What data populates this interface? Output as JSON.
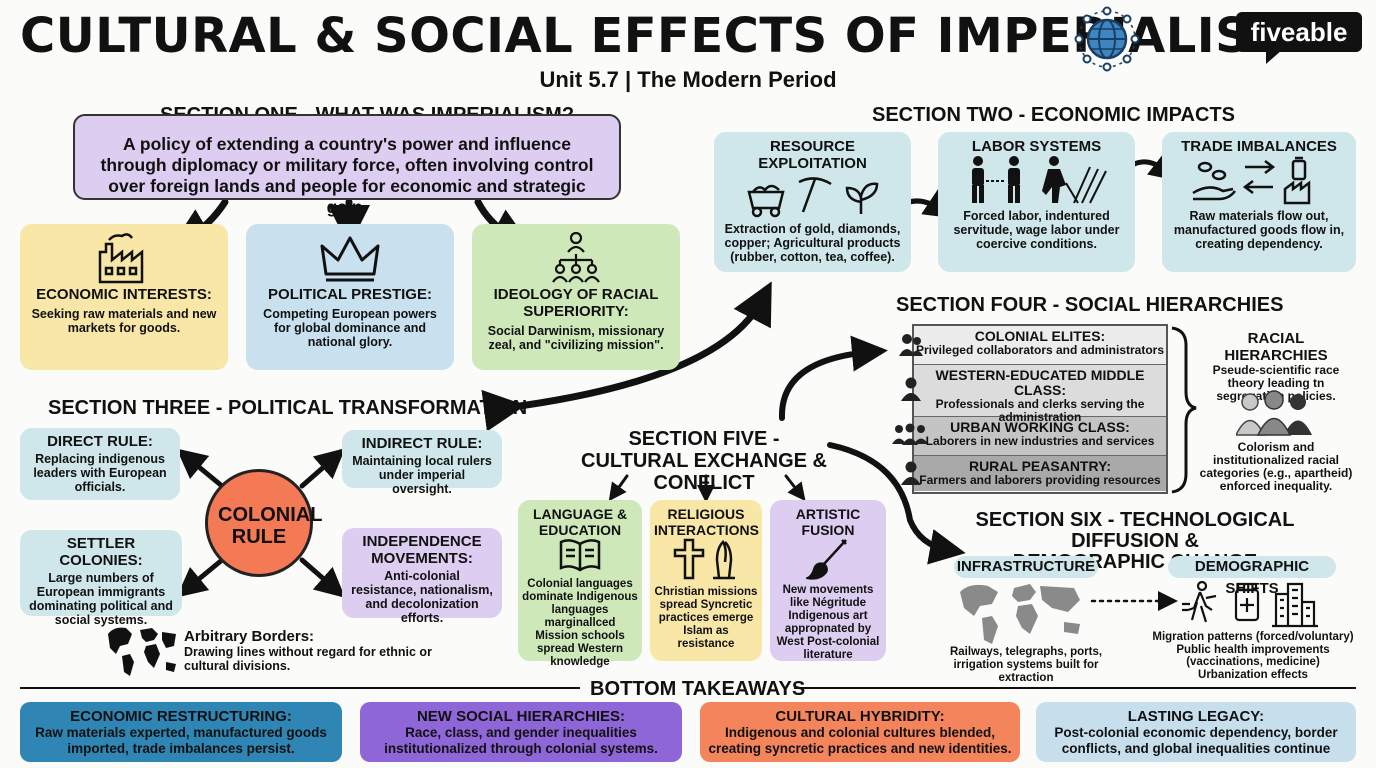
{
  "header": {
    "title": "CULTURAL & SOCIAL EFFECTS OF IMPERIALISM",
    "subtitle": "Unit 5.7 | The Modern Period",
    "logo": "fiveable"
  },
  "section_one": {
    "heading": "SECTION ONE - WHAT WAS IMPERIALISM?",
    "definition": "A policy of extending a country's power and influence through diplomacy or military force, often involving control over foreign lands and people for economic and strategic gain.",
    "cards": [
      {
        "title": "ECONOMIC INTERESTS:",
        "text": "Seeking raw materials and new markets for goods.",
        "icon": "factory-icon"
      },
      {
        "title": "POLITICAL PRESTIGE:",
        "text": "Competing European powers for global dominance and national glory.",
        "icon": "crown-icon"
      },
      {
        "title": "IDEOLOGY OF RACIAL SUPERIORITY:",
        "text": "Social Darwinism, missionary zeal, and \"civilizing mission\".",
        "icon": "hierarchy-icon"
      }
    ]
  },
  "section_two": {
    "heading": "SECTION TWO - ECONOMIC IMPACTS",
    "cards": [
      {
        "title": "RESOURCE EXPLOITATION",
        "text": "Extraction of gold, diamonds, copper; Agricultural products (rubber, cotton, tea, coffee).",
        "icon": "mining-icon"
      },
      {
        "title": "LABOR SYSTEMS",
        "text": "Forced labor, indentured servitude, wage labor under coercive conditions.",
        "icon": "workers-icon"
      },
      {
        "title": "TRADE IMBALANCES",
        "text": "Raw materials flow out, manufactured goods flow in, creating dependency.",
        "icon": "trade-icon"
      }
    ]
  },
  "section_three": {
    "heading": "SECTION THREE - POLITICAL TRANSFORMATION",
    "center": "COLONIAL RULE",
    "cards": [
      {
        "title": "DIRECT RULE:",
        "text": "Replacing indigenous leaders with European officials."
      },
      {
        "title": "INDIRECT RULE:",
        "text": "Maintaining local rulers under imperial oversight."
      },
      {
        "title": "SETTLER COLONIES:",
        "text": "Large numbers of European immigrants dominating political and social systems."
      },
      {
        "title": "INDEPENDENCE MOVEMENTS:",
        "text": "Anti-colonial resistance, nationalism, and decolonization efforts."
      }
    ],
    "borders_title": "Arbitrary Borders:",
    "borders_text": "Drawing lines without regard for ethnic or cultural divisions."
  },
  "section_four": {
    "heading": "SECTION FOUR - SOCIAL HIERARCHIES",
    "rows": [
      {
        "title": "COLONIAL ELITES:",
        "text": "Privileged collaborators and administrators",
        "color": "#ececec"
      },
      {
        "title": "WESTERN-EDUCATED MIDDLE CLASS:",
        "text": "Professionals and clerks serving the administration",
        "color": "#dcdcdc"
      },
      {
        "title": "URBAN WORKING CLASS:",
        "text": "Laborers in new industries and services",
        "color": "#c4c4c4"
      },
      {
        "title": "RURAL PEASANTRY:",
        "text": "Farmers and laborers providing resources",
        "color": "#a9a9a9"
      }
    ],
    "side_title": "RACIAL HIERARCHIES",
    "side_text1": "Pseude-scientific race theory leading tn segregation policies.",
    "side_text2": "Colorism and institutionalized racial categories (e.g., apartheid) enforced inequality."
  },
  "section_five": {
    "heading": "SECTION FIVE - CULTURAL EXCHANGE & CONFLICT",
    "cards": [
      {
        "title": "LANGUAGE & EDUCATION",
        "text": "Colonial languages dominate Indigenous languages marginallced Mission schools spread Western knowledge",
        "icon": "book-icon"
      },
      {
        "title": "RELIGIOUS INTERACTIONS",
        "text": "Christian missions spread Syncretic practices emerge Islam as resistance",
        "icon": "cross-prayer-icon"
      },
      {
        "title": "ARTISTIC FUSION",
        "text": "New movements like Négritude Indigenous art appropnated by West Post-colonial literature",
        "icon": "brush-icon"
      }
    ]
  },
  "section_six": {
    "heading_line1": "SECTION SIX - TECHNOLOGICAL DIFFUSION &",
    "heading_line2": "DEMOGRAPHIC CHANGE",
    "infra_title": "INFRASTRUCTURE",
    "infra_text": "Railways, telegraphs, ports, irrigation systems built for extraction",
    "demo_title": "DEMOGRAPHIC SHIFTS",
    "demo_text": "Migration patterns (forced/voluntary) Public health improvements (vaccinations, medicine) Urbanization effects"
  },
  "takeaways": {
    "heading": "BOTTOM TAKEAWAYS",
    "items": [
      {
        "title": "ECONOMIC RESTRUCTURING:",
        "text": "Raw materials experted, manufactured goods imported, trade imbalances persist.",
        "color": "#2f86b5"
      },
      {
        "title": "NEW SOCIAL HIERARCHIES:",
        "text": "Race, class, and gender inequalities institutionalized through colonial systems.",
        "color": "#8e66d8"
      },
      {
        "title": "CULTURAL HYBRIDITY:",
        "text": "Indigenous and colonial cultures blended, creating syncretic practices and new identities.",
        "color": "#f3845c"
      },
      {
        "title": "LASTING LEGACY:",
        "text": "Post-colonial economic dependency, border conflicts, and global inequalities continue",
        "color": "#c7dfec"
      }
    ]
  }
}
